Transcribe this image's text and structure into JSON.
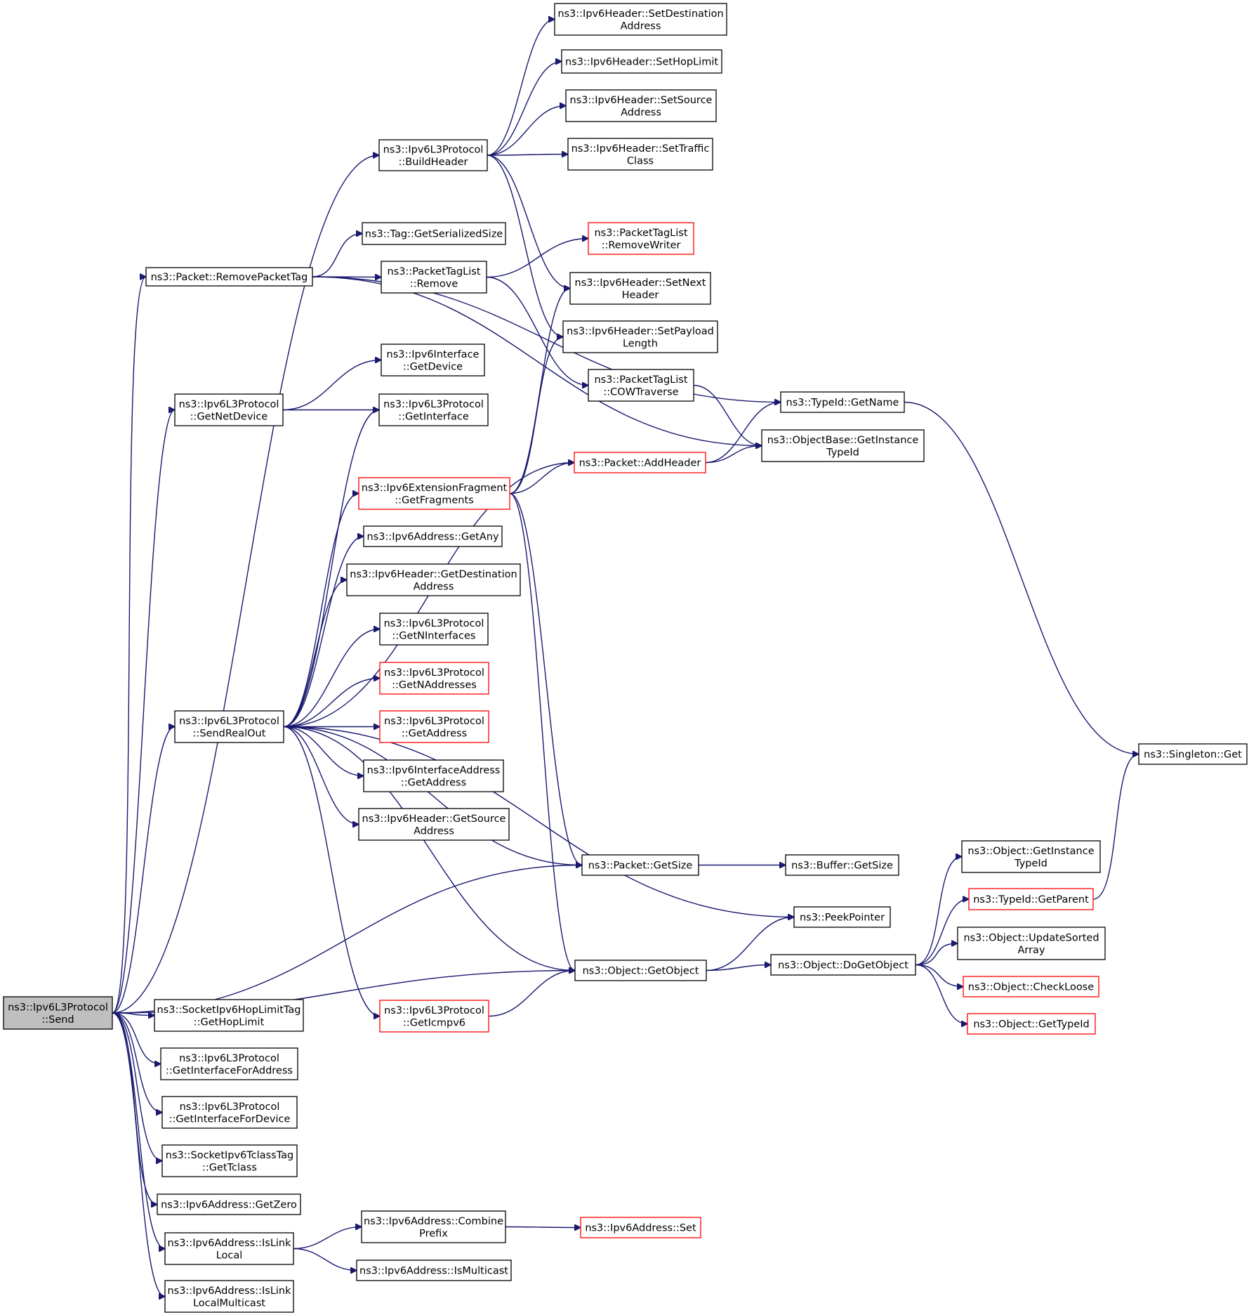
{
  "colors": {
    "edge": "#191970",
    "node_border": "#000000",
    "truncated_border": "#ff0000",
    "root_fill": "#bfbfbf",
    "node_fill": "#ffffff"
  },
  "nodes": {
    "send": {
      "lines": [
        "ns3::Ipv6L3Protocol",
        "::Send"
      ],
      "style": "root"
    },
    "buildheader": {
      "lines": [
        "ns3::Ipv6L3Protocol",
        "::BuildHeader"
      ],
      "style": "normal"
    },
    "setdest": {
      "lines": [
        "ns3::Ipv6Header::SetDestination",
        "Address"
      ],
      "style": "normal"
    },
    "sethoplimit": {
      "lines": [
        "ns3::Ipv6Header::SetHopLimit"
      ],
      "style": "normal"
    },
    "setsource": {
      "lines": [
        "ns3::Ipv6Header::SetSource",
        "Address"
      ],
      "style": "normal"
    },
    "settraffic": {
      "lines": [
        "ns3::Ipv6Header::SetTraffic",
        "Class"
      ],
      "style": "normal"
    },
    "tagsize": {
      "lines": [
        "ns3::Tag::GetSerializedSize"
      ],
      "style": "normal"
    },
    "removewriter": {
      "lines": [
        "ns3::PacketTagList",
        "::RemoveWriter"
      ],
      "style": "truncated"
    },
    "removepackettag": {
      "lines": [
        "ns3::Packet::RemovePacketTag"
      ],
      "style": "normal"
    },
    "ptlremove": {
      "lines": [
        "ns3::PacketTagList",
        "::Remove"
      ],
      "style": "normal"
    },
    "setnext": {
      "lines": [
        "ns3::Ipv6Header::SetNext",
        "Header"
      ],
      "style": "normal"
    },
    "setpayload": {
      "lines": [
        "ns3::Ipv6Header::SetPayload",
        "Length"
      ],
      "style": "normal"
    },
    "ifgetdevice": {
      "lines": [
        "ns3::Ipv6Interface",
        "::GetDevice"
      ],
      "style": "normal"
    },
    "cowtraverse": {
      "lines": [
        "ns3::PacketTagList",
        "::COWTraverse"
      ],
      "style": "normal"
    },
    "getnetdevice": {
      "lines": [
        "ns3::Ipv6L3Protocol",
        "::GetNetDevice"
      ],
      "style": "normal"
    },
    "getinterface": {
      "lines": [
        "ns3::Ipv6L3Protocol",
        "::GetInterface"
      ],
      "style": "normal"
    },
    "typeidgetname": {
      "lines": [
        "ns3::TypeId::GetName"
      ],
      "style": "normal"
    },
    "objbasetypeid": {
      "lines": [
        "ns3::ObjectBase::GetInstance",
        "TypeId"
      ],
      "style": "normal"
    },
    "addheader": {
      "lines": [
        "ns3::Packet::AddHeader"
      ],
      "style": "truncated"
    },
    "getfragments": {
      "lines": [
        "ns3::Ipv6ExtensionFragment",
        "::GetFragments"
      ],
      "style": "truncated"
    },
    "getany": {
      "lines": [
        "ns3::Ipv6Address::GetAny"
      ],
      "style": "normal"
    },
    "getdestaddr": {
      "lines": [
        "ns3::Ipv6Header::GetDestination",
        "Address"
      ],
      "style": "normal"
    },
    "getninterfaces": {
      "lines": [
        "ns3::Ipv6L3Protocol",
        "::GetNInterfaces"
      ],
      "style": "normal"
    },
    "getnaddresses": {
      "lines": [
        "ns3::Ipv6L3Protocol",
        "::GetNAddresses"
      ],
      "style": "truncated"
    },
    "sendrealout": {
      "lines": [
        "ns3::Ipv6L3Protocol",
        "::SendRealOut"
      ],
      "style": "normal"
    },
    "getaddress": {
      "lines": [
        "ns3::Ipv6L3Protocol",
        "::GetAddress"
      ],
      "style": "truncated"
    },
    "singletonget": {
      "lines": [
        "ns3::Singleton::Get"
      ],
      "style": "normal"
    },
    "ifaddrgetaddr": {
      "lines": [
        "ns3::Ipv6InterfaceAddress",
        "::GetAddress"
      ],
      "style": "normal"
    },
    "getsourceaddr": {
      "lines": [
        "ns3::Ipv6Header::GetSource",
        "Address"
      ],
      "style": "normal"
    },
    "objgetinstancetypeid": {
      "lines": [
        "ns3::Object::GetInstance",
        "TypeId"
      ],
      "style": "normal"
    },
    "packetgetsize": {
      "lines": [
        "ns3::Packet::GetSize"
      ],
      "style": "normal"
    },
    "buffergetsize": {
      "lines": [
        "ns3::Buffer::GetSize"
      ],
      "style": "normal"
    },
    "typeidgetparent": {
      "lines": [
        "ns3::TypeId::GetParent"
      ],
      "style": "truncated"
    },
    "peekpointer": {
      "lines": [
        "ns3::PeekPointer"
      ],
      "style": "normal"
    },
    "updatesorted": {
      "lines": [
        "ns3::Object::UpdateSorted",
        "Array"
      ],
      "style": "normal"
    },
    "getobject": {
      "lines": [
        "ns3::Object::GetObject"
      ],
      "style": "normal"
    },
    "dogetobject": {
      "lines": [
        "ns3::Object::DoGetObject"
      ],
      "style": "normal"
    },
    "checkloose": {
      "lines": [
        "ns3::Object::CheckLoose"
      ],
      "style": "truncated"
    },
    "getgethoplimit": {
      "lines": [
        "ns3::SocketIpv6HopLimitTag",
        "::GetHopLimit"
      ],
      "style": "normal"
    },
    "gettypeid": {
      "lines": [
        "ns3::Object::GetTypeId"
      ],
      "style": "truncated"
    },
    "geticmpv6": {
      "lines": [
        "ns3::Ipv6L3Protocol",
        "::GetIcmpv6"
      ],
      "style": "truncated"
    },
    "getifforaddr": {
      "lines": [
        "ns3::Ipv6L3Protocol",
        "::GetInterfaceForAddress"
      ],
      "style": "normal"
    },
    "getiffordevice": {
      "lines": [
        "ns3::Ipv6L3Protocol",
        "::GetInterfaceForDevice"
      ],
      "style": "normal"
    },
    "gettclass": {
      "lines": [
        "ns3::SocketIpv6TclassTag",
        "::GetTclass"
      ],
      "style": "normal"
    },
    "getzero": {
      "lines": [
        "ns3::Ipv6Address::GetZero"
      ],
      "style": "normal"
    },
    "combineprefix": {
      "lines": [
        "ns3::Ipv6Address::Combine",
        "Prefix"
      ],
      "style": "normal"
    },
    "addrset": {
      "lines": [
        "ns3::Ipv6Address::Set"
      ],
      "style": "truncated"
    },
    "islinklocal": {
      "lines": [
        "ns3::Ipv6Address::IsLink",
        "Local"
      ],
      "style": "normal"
    },
    "ismulticast": {
      "lines": [
        "ns3::Ipv6Address::IsMulticast"
      ],
      "style": "normal"
    },
    "islinklocalmc": {
      "lines": [
        "ns3::Ipv6Address::IsLink",
        "LocalMulticast"
      ],
      "style": "normal"
    }
  },
  "edges": [
    [
      "send",
      "buildheader"
    ],
    [
      "send",
      "removepackettag"
    ],
    [
      "send",
      "getnetdevice"
    ],
    [
      "send",
      "sendrealout"
    ],
    [
      "send",
      "packetgetsize"
    ],
    [
      "send",
      "getobject"
    ],
    [
      "send",
      "getgethoplimit"
    ],
    [
      "send",
      "getifforaddr"
    ],
    [
      "send",
      "getiffordevice"
    ],
    [
      "send",
      "gettclass"
    ],
    [
      "send",
      "getzero"
    ],
    [
      "send",
      "islinklocal"
    ],
    [
      "send",
      "islinklocalmc"
    ],
    [
      "buildheader",
      "setdest"
    ],
    [
      "buildheader",
      "sethoplimit"
    ],
    [
      "buildheader",
      "setsource"
    ],
    [
      "buildheader",
      "settraffic"
    ],
    [
      "buildheader",
      "setnext"
    ],
    [
      "buildheader",
      "setpayload"
    ],
    [
      "removepackettag",
      "tagsize"
    ],
    [
      "removepackettag",
      "ptlremove"
    ],
    [
      "removepackettag",
      "typeidgetname"
    ],
    [
      "removepackettag",
      "objbasetypeid"
    ],
    [
      "ptlremove",
      "removewriter"
    ],
    [
      "ptlremove",
      "cowtraverse"
    ],
    [
      "cowtraverse",
      "objbasetypeid"
    ],
    [
      "getnetdevice",
      "ifgetdevice"
    ],
    [
      "getnetdevice",
      "getinterface"
    ],
    [
      "typeidgetname",
      "singletonget"
    ],
    [
      "addheader",
      "typeidgetname"
    ],
    [
      "addheader",
      "objbasetypeid"
    ],
    [
      "getfragments",
      "addheader"
    ],
    [
      "getfragments",
      "setnext"
    ],
    [
      "getfragments",
      "setpayload"
    ],
    [
      "getfragments",
      "packetgetsize"
    ],
    [
      "getfragments",
      "getobject"
    ],
    [
      "sendrealout",
      "getinterface"
    ],
    [
      "sendrealout",
      "addheader"
    ],
    [
      "sendrealout",
      "getfragments"
    ],
    [
      "sendrealout",
      "getany"
    ],
    [
      "sendrealout",
      "getdestaddr"
    ],
    [
      "sendrealout",
      "getninterfaces"
    ],
    [
      "sendrealout",
      "getnaddresses"
    ],
    [
      "sendrealout",
      "getaddress"
    ],
    [
      "sendrealout",
      "ifaddrgetaddr"
    ],
    [
      "sendrealout",
      "getsourceaddr"
    ],
    [
      "sendrealout",
      "packetgetsize"
    ],
    [
      "sendrealout",
      "peekpointer"
    ],
    [
      "sendrealout",
      "getobject"
    ],
    [
      "sendrealout",
      "geticmpv6"
    ],
    [
      "packetgetsize",
      "buffergetsize"
    ],
    [
      "typeidgetparent",
      "singletonget"
    ],
    [
      "getobject",
      "peekpointer"
    ],
    [
      "getobject",
      "dogetobject"
    ],
    [
      "dogetobject",
      "objgetinstancetypeid"
    ],
    [
      "dogetobject",
      "typeidgetparent"
    ],
    [
      "dogetobject",
      "updatesorted"
    ],
    [
      "dogetobject",
      "checkloose"
    ],
    [
      "dogetobject",
      "gettypeid"
    ],
    [
      "geticmpv6",
      "getobject"
    ],
    [
      "islinklocal",
      "combineprefix"
    ],
    [
      "islinklocal",
      "ismulticast"
    ],
    [
      "combineprefix",
      "addrset"
    ]
  ]
}
